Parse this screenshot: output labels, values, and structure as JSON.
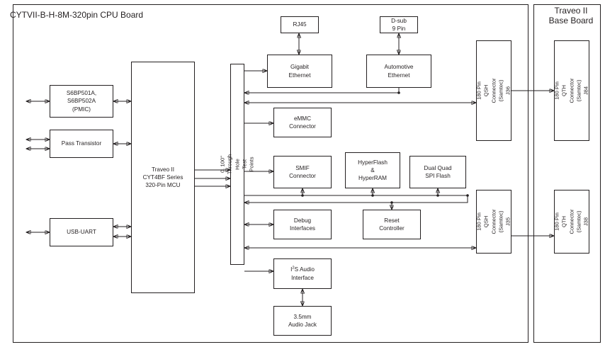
{
  "diagram": {
    "type": "block-diagram",
    "panels": [
      {
        "id": "cpu_board",
        "title": "CYTVII-B-H-8M-320pin CPU Board"
      },
      {
        "id": "base_board",
        "title": "Traveo II\nBase Board"
      }
    ],
    "blocks": [
      {
        "id": "pmic",
        "label": "S6BP501A,\nS6BP502A\n(PMIC)"
      },
      {
        "id": "pass_transistor",
        "label": "Pass Transistor"
      },
      {
        "id": "usb_uart",
        "label": "USB-UART"
      },
      {
        "id": "mcu",
        "label": "Traveo II\nCYT4BF Series\n320-Pin MCU"
      },
      {
        "id": "test_points",
        "label": "0. 100\" Through Hole Test Points"
      },
      {
        "id": "rj45",
        "label": "RJ45"
      },
      {
        "id": "dsub",
        "label": "D-sub\n9 Pin"
      },
      {
        "id": "gigabit_ethernet",
        "label": "Gigabit\nEthernet"
      },
      {
        "id": "automotive_ethernet",
        "label": "Automotive\nEthernet"
      },
      {
        "id": "emmc",
        "label": "eMMC\nConnector"
      },
      {
        "id": "smif",
        "label": "SMIF\nConnector"
      },
      {
        "id": "hyperflash",
        "label": "HyperFlash\n&\nHyperRAM"
      },
      {
        "id": "dual_quad_spi",
        "label": "Dual Quad\nSPI Flash"
      },
      {
        "id": "debug",
        "label": "Debug\nInterfaces"
      },
      {
        "id": "reset",
        "label": "Reset\nController"
      },
      {
        "id": "i2s_audio",
        "label": "I2S Audio\nInterface",
        "rich": "i2s"
      },
      {
        "id": "audio_jack",
        "label": "3.5mm\nAudio Jack"
      },
      {
        "id": "qsh_j36",
        "label": "180 Pin QSH\nConnector (Samtec)\nJ36"
      },
      {
        "id": "qsh_j35",
        "label": "180 Pin QSH\nConnector (Samtec)\nJ35"
      },
      {
        "id": "qth_j84",
        "label": "180 Pin QTH\nConnector (Samtec)\nJ84"
      },
      {
        "id": "qth_j38",
        "label": "180 Pin QTH\nConnector (Samtec)\nJ38"
      }
    ],
    "colors": {
      "line": "#231f20",
      "background": "#ffffff"
    }
  }
}
